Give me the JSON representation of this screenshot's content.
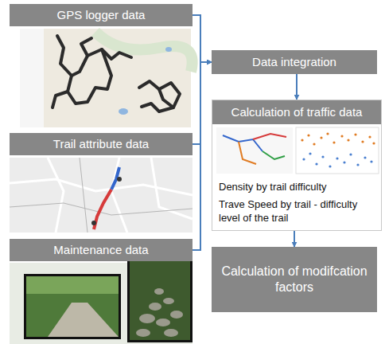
{
  "diagram": {
    "nodes": [
      {
        "text": [
          "GPS logger data"
        ]
      },
      {
        "text": [
          "Trail attribute data"
        ]
      },
      {
        "text": [
          "Maintenance data"
        ]
      },
      {
        "text": [
          "Data integration"
        ]
      },
      {
        "text": [
          "Calculation of traffic data",
          "Density by trail difficulty",
          "Trave Speed by trail - difficulty level of the trail"
        ]
      },
      {
        "text": [
          "Calculation of modifcation factors"
        ]
      }
    ],
    "edges": [
      {
        "from": 0,
        "to": 3,
        "arrow": "to"
      },
      {
        "from": 1,
        "to": 3,
        "arrow": "to"
      },
      {
        "from": 2,
        "to": 3,
        "arrow": "to"
      },
      {
        "from": 3,
        "to": 4,
        "arrow": "to"
      },
      {
        "from": 4,
        "to": 5,
        "arrow": "to"
      }
    ]
  }
}
